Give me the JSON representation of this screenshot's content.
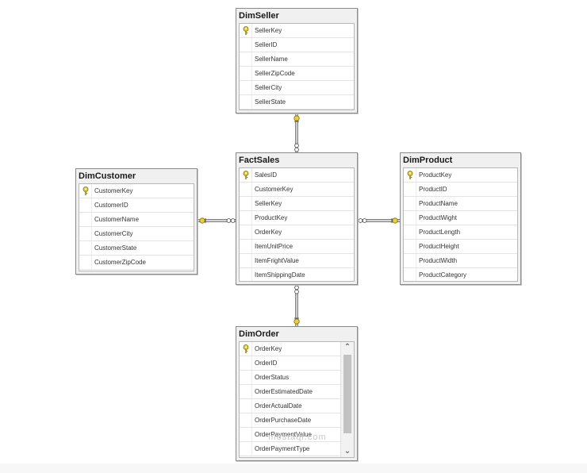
{
  "tables": [
    {
      "id": "dim-seller",
      "title": "DimSeller",
      "columns": [
        {
          "name": "SellerKey",
          "key": true
        },
        {
          "name": "SellerID",
          "key": false
        },
        {
          "name": "SellerName",
          "key": false
        },
        {
          "name": "SellerZipCode",
          "key": false
        },
        {
          "name": "SellerCity",
          "key": false
        },
        {
          "name": "SellerState",
          "key": false
        }
      ]
    },
    {
      "id": "fact-sales",
      "title": "FactSales",
      "columns": [
        {
          "name": "SalesID",
          "key": true
        },
        {
          "name": "CustomerKey",
          "key": false
        },
        {
          "name": "SellerKey",
          "key": false
        },
        {
          "name": "ProductKey",
          "key": false
        },
        {
          "name": "OrderKey",
          "key": false
        },
        {
          "name": "ItemUnitPrice",
          "key": false
        },
        {
          "name": "ItemFrightValue",
          "key": false
        },
        {
          "name": "ItemShippingDate",
          "key": false
        }
      ]
    },
    {
      "id": "dim-customer",
      "title": "DimCustomer",
      "columns": [
        {
          "name": "CustomerKey",
          "key": true
        },
        {
          "name": "CustomerID",
          "key": false
        },
        {
          "name": "CustomerName",
          "key": false
        },
        {
          "name": "CustomerCity",
          "key": false
        },
        {
          "name": "CustomerState",
          "key": false
        },
        {
          "name": "CustomerZipCode",
          "key": false
        }
      ]
    },
    {
      "id": "dim-product",
      "title": "DimProduct",
      "columns": [
        {
          "name": "ProductKey",
          "key": true
        },
        {
          "name": "ProductID",
          "key": false
        },
        {
          "name": "ProductName",
          "key": false
        },
        {
          "name": "ProductWight",
          "key": false
        },
        {
          "name": "ProductLength",
          "key": false
        },
        {
          "name": "ProductHeight",
          "key": false
        },
        {
          "name": "ProductWidth",
          "key": false
        },
        {
          "name": "ProductCategory",
          "key": false
        }
      ]
    },
    {
      "id": "dim-order",
      "title": "DimOrder",
      "scrollable": true,
      "columns": [
        {
          "name": "OrderKey",
          "key": true
        },
        {
          "name": "OrderID",
          "key": false
        },
        {
          "name": "OrderStatus",
          "key": false
        },
        {
          "name": "OrderEstimatedDate",
          "key": false
        },
        {
          "name": "OrderActualDate",
          "key": false
        },
        {
          "name": "OrderPurchaseDate",
          "key": false
        },
        {
          "name": "OrderPaymentValue",
          "key": false
        },
        {
          "name": "OrderPaymentType",
          "key": false
        }
      ]
    }
  ],
  "relationships": [
    {
      "from": "fact-sales",
      "to": "dim-seller",
      "key": "SellerKey"
    },
    {
      "from": "fact-sales",
      "to": "dim-customer",
      "key": "CustomerKey"
    },
    {
      "from": "fact-sales",
      "to": "dim-product",
      "key": "ProductKey"
    },
    {
      "from": "fact-sales",
      "to": "dim-order",
      "key": "OrderKey"
    }
  ],
  "icons": {
    "key": "key-icon",
    "scroll_up": "scroll-up-icon",
    "scroll_down": "scroll-down-icon"
  },
  "colors": {
    "key_fill": "#e8d23a",
    "line": "#555555"
  },
  "watermark": "mostaql.com"
}
